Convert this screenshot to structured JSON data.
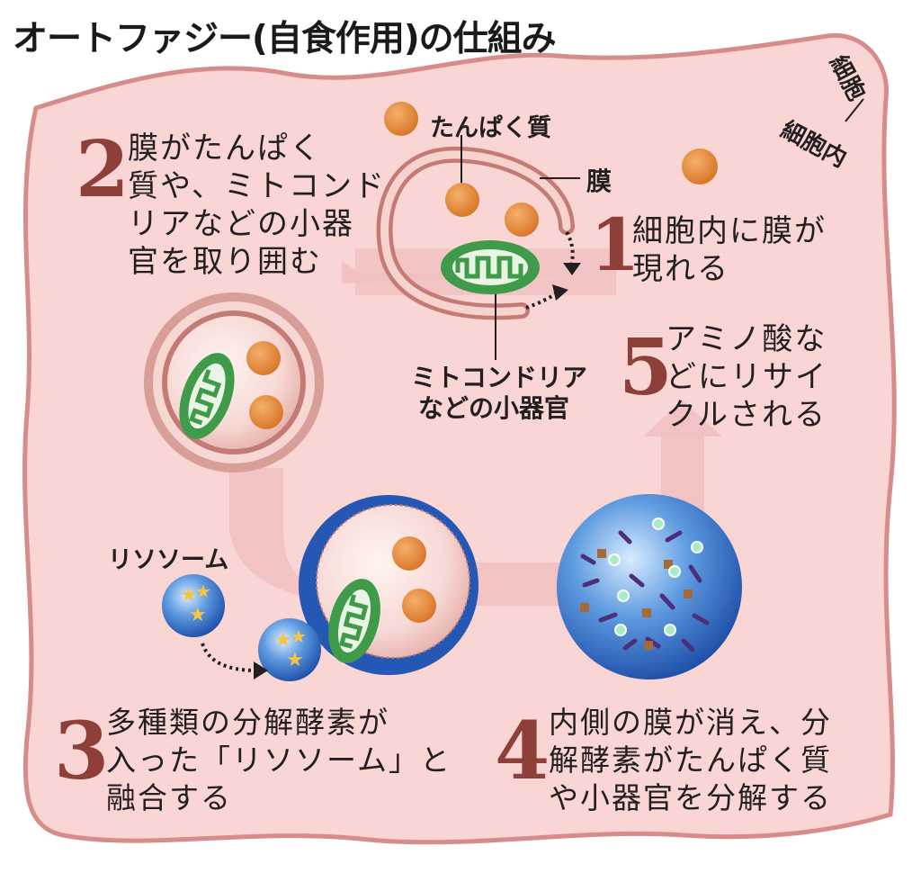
{
  "title": "オートファジー(自食作用)の仕組み",
  "labels": {
    "cell": "細胞",
    "cell_interior": "細胞内",
    "protein": "たんぱく質",
    "membrane": "膜",
    "organelle_line1": "ミトコンドリア",
    "organelle_line2": "などの小器官",
    "lysosome": "リソソーム"
  },
  "steps": [
    {
      "number": "1",
      "lines": [
        "細胞内に膜が",
        "現れる"
      ]
    },
    {
      "number": "2",
      "lines": [
        "膜がたんぱく",
        "質や、ミトコンド",
        "リアなどの小器",
        "官を取り囲む"
      ]
    },
    {
      "number": "3",
      "lines": [
        "多種類の分解酵素が",
        "入った「リソソーム」と",
        "融合する"
      ]
    },
    {
      "number": "4",
      "lines": [
        "内側の膜が消え、分",
        "解酵素がたんぱく質",
        "や小器官を分解する"
      ]
    },
    {
      "number": "5",
      "lines": [
        "アミノ酸な",
        "どにリサイ",
        "クルされる"
      ]
    }
  ],
  "colors": {
    "cell_fill": "#f9d5d4",
    "cell_outline": "#d88c8a",
    "protein": "#e08a3a",
    "mitochondria": "#3f9a4a",
    "lysosome": "#1f4fa8",
    "step_number": "#8f3f39",
    "flow_arrow": "#f0c0bf"
  },
  "icons": [
    "protein-particle",
    "mitochondria-icon",
    "enzyme-star-icon",
    "dotted-arrow-icon"
  ]
}
